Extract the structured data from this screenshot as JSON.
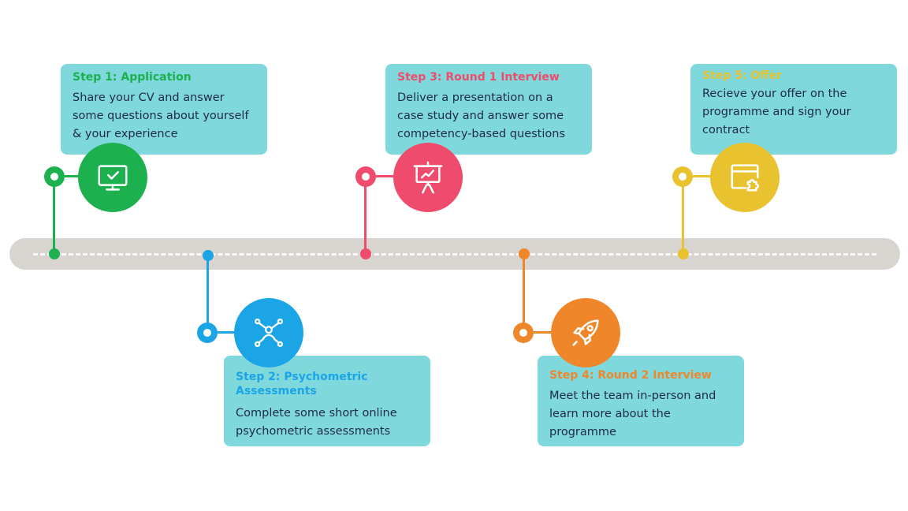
{
  "steps": [
    {
      "title": "Step 1: Application",
      "description": "Share your CV and answer\nsome questions about yourself\n& your experience",
      "color": "#1db04f",
      "icon": "monitor-check-icon"
    },
    {
      "title": "Step 2: Psychometric\nAssessments",
      "description": "Complete some short online\npsychometric assessments",
      "color": "#1ba4e6",
      "icon": "network-person-icon"
    },
    {
      "title": "Step 3: Round 1 Interview",
      "description": "Deliver a presentation on a\ncase study and answer some\ncompetency-based questions",
      "color": "#ef4b6c",
      "icon": "presentation-board-icon"
    },
    {
      "title": "Step 4: Round 2 Interview",
      "description": "Meet the team in-person and\nlearn more about the\nprogramme",
      "color": "#f0862a",
      "icon": "rocket-icon"
    },
    {
      "title": "Step 5: Offer",
      "description": "Recieve your offer on the\nprogramme and sign your\ncontract",
      "color": "#e8c22f",
      "icon": "browser-puzzle-icon"
    }
  ],
  "colors": {
    "road": "#d8d5d0",
    "card_background": "#7fd9dc",
    "description_text": "#1f2a44"
  }
}
